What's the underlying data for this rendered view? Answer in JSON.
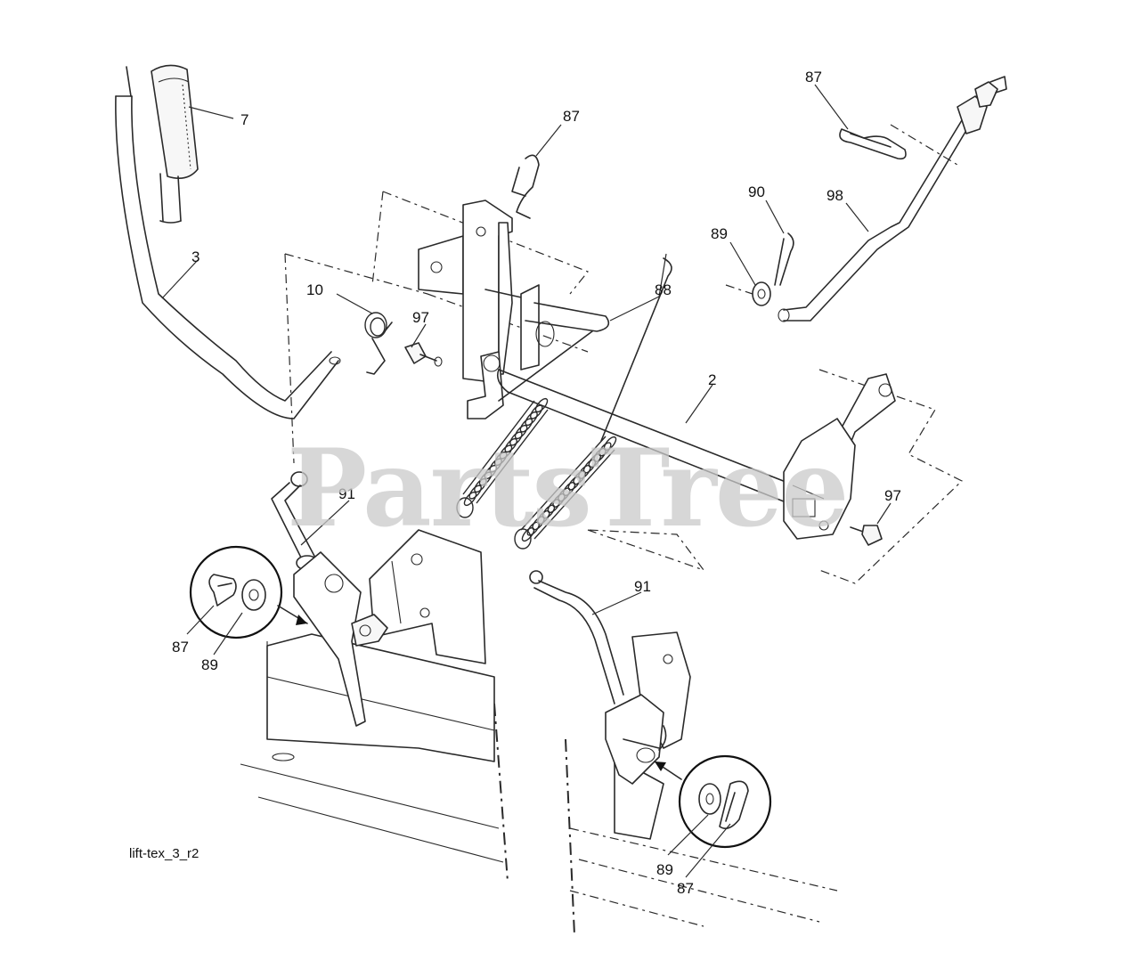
{
  "diagram": {
    "caption": "lift-tex_3_r2",
    "watermark": "PartsTree",
    "callouts": [
      {
        "id": "c7",
        "label": "7"
      },
      {
        "id": "c87a",
        "label": "87"
      },
      {
        "id": "c87b",
        "label": "87"
      },
      {
        "id": "c3",
        "label": "3"
      },
      {
        "id": "c10",
        "label": "10"
      },
      {
        "id": "c97a",
        "label": "97"
      },
      {
        "id": "c88",
        "label": "88"
      },
      {
        "id": "c90",
        "label": "90"
      },
      {
        "id": "c98",
        "label": "98"
      },
      {
        "id": "c89a",
        "label": "89"
      },
      {
        "id": "c2",
        "label": "2"
      },
      {
        "id": "c97b",
        "label": "97"
      },
      {
        "id": "c91a",
        "label": "91"
      },
      {
        "id": "c91b",
        "label": "91"
      },
      {
        "id": "c87c",
        "label": "87"
      },
      {
        "id": "c89b",
        "label": "89"
      },
      {
        "id": "c89c",
        "label": "89"
      },
      {
        "id": "c87d",
        "label": "87"
      }
    ],
    "colors": {
      "line": "#2a2a2a",
      "watermark": "#c9c9c9",
      "background": "#ffffff"
    }
  }
}
